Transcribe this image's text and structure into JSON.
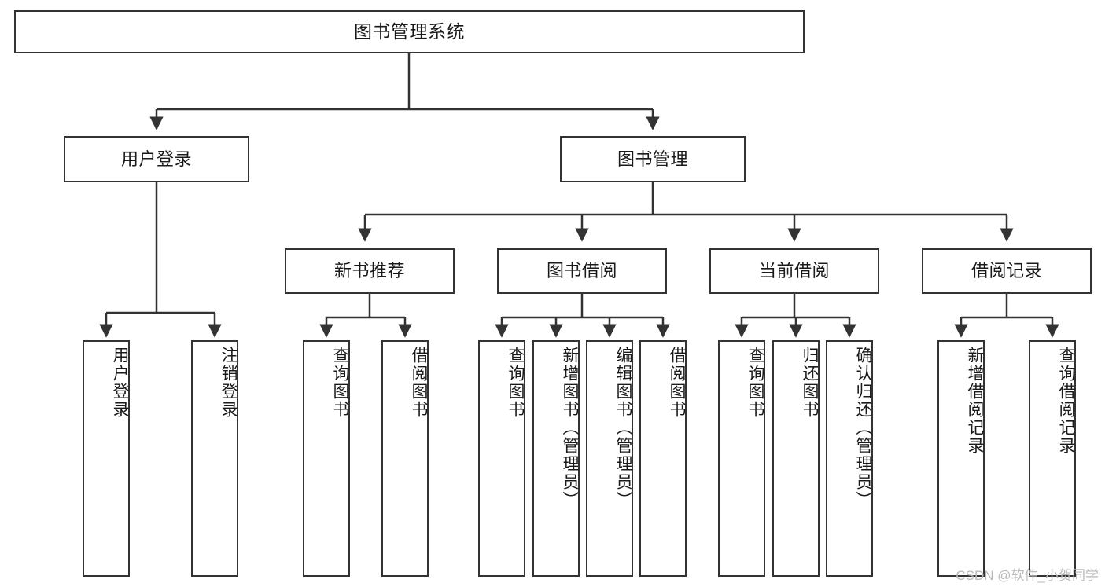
{
  "diagram": {
    "title": "图书管理系统",
    "type": "tree-hierarchy",
    "watermark": "CSDN @软件_小贺同学",
    "colors": {
      "stroke": "#333333",
      "fill": "#ffffff",
      "text": "#1a1a1a",
      "watermark": "#b9b9b9"
    },
    "root": {
      "id": "root",
      "label": "图书管理系统"
    },
    "level2": [
      {
        "id": "user-login",
        "label": "用户登录"
      },
      {
        "id": "book-manage",
        "label": "图书管理"
      }
    ],
    "level3": [
      {
        "id": "new-book-rec",
        "label": "新书推荐",
        "parent": "book-manage"
      },
      {
        "id": "book-borrow",
        "label": "图书借阅",
        "parent": "book-manage"
      },
      {
        "id": "current-borrow",
        "label": "当前借阅",
        "parent": "book-manage"
      },
      {
        "id": "borrow-record",
        "label": "借阅记录",
        "parent": "book-manage"
      }
    ],
    "leaves": [
      {
        "id": "leaf-user-login",
        "label": "用户登录",
        "parent": "user-login"
      },
      {
        "id": "leaf-logout",
        "label": "注销登录",
        "parent": "user-login"
      },
      {
        "id": "leaf-query-book-1",
        "label": "查询图书",
        "parent": "new-book-rec"
      },
      {
        "id": "leaf-borrow-book-1",
        "label": "借阅图书",
        "parent": "new-book-rec"
      },
      {
        "id": "leaf-query-book-2",
        "label": "查询图书",
        "parent": "book-borrow"
      },
      {
        "id": "leaf-add-book",
        "label": "新增图书（管理员）",
        "parent": "book-borrow"
      },
      {
        "id": "leaf-edit-book",
        "label": "编辑图书（管理员）",
        "parent": "book-borrow"
      },
      {
        "id": "leaf-borrow-book-2",
        "label": "借阅图书",
        "parent": "book-borrow"
      },
      {
        "id": "leaf-query-book-3",
        "label": "查询图书",
        "parent": "current-borrow"
      },
      {
        "id": "leaf-return-book",
        "label": "归还图书",
        "parent": "current-borrow"
      },
      {
        "id": "leaf-confirm-return",
        "label": "确认归还（管理员）",
        "parent": "current-borrow"
      },
      {
        "id": "leaf-add-record",
        "label": "新增借阅记录",
        "parent": "borrow-record"
      },
      {
        "id": "leaf-query-record",
        "label": "查询借阅记录",
        "parent": "borrow-record"
      }
    ]
  }
}
